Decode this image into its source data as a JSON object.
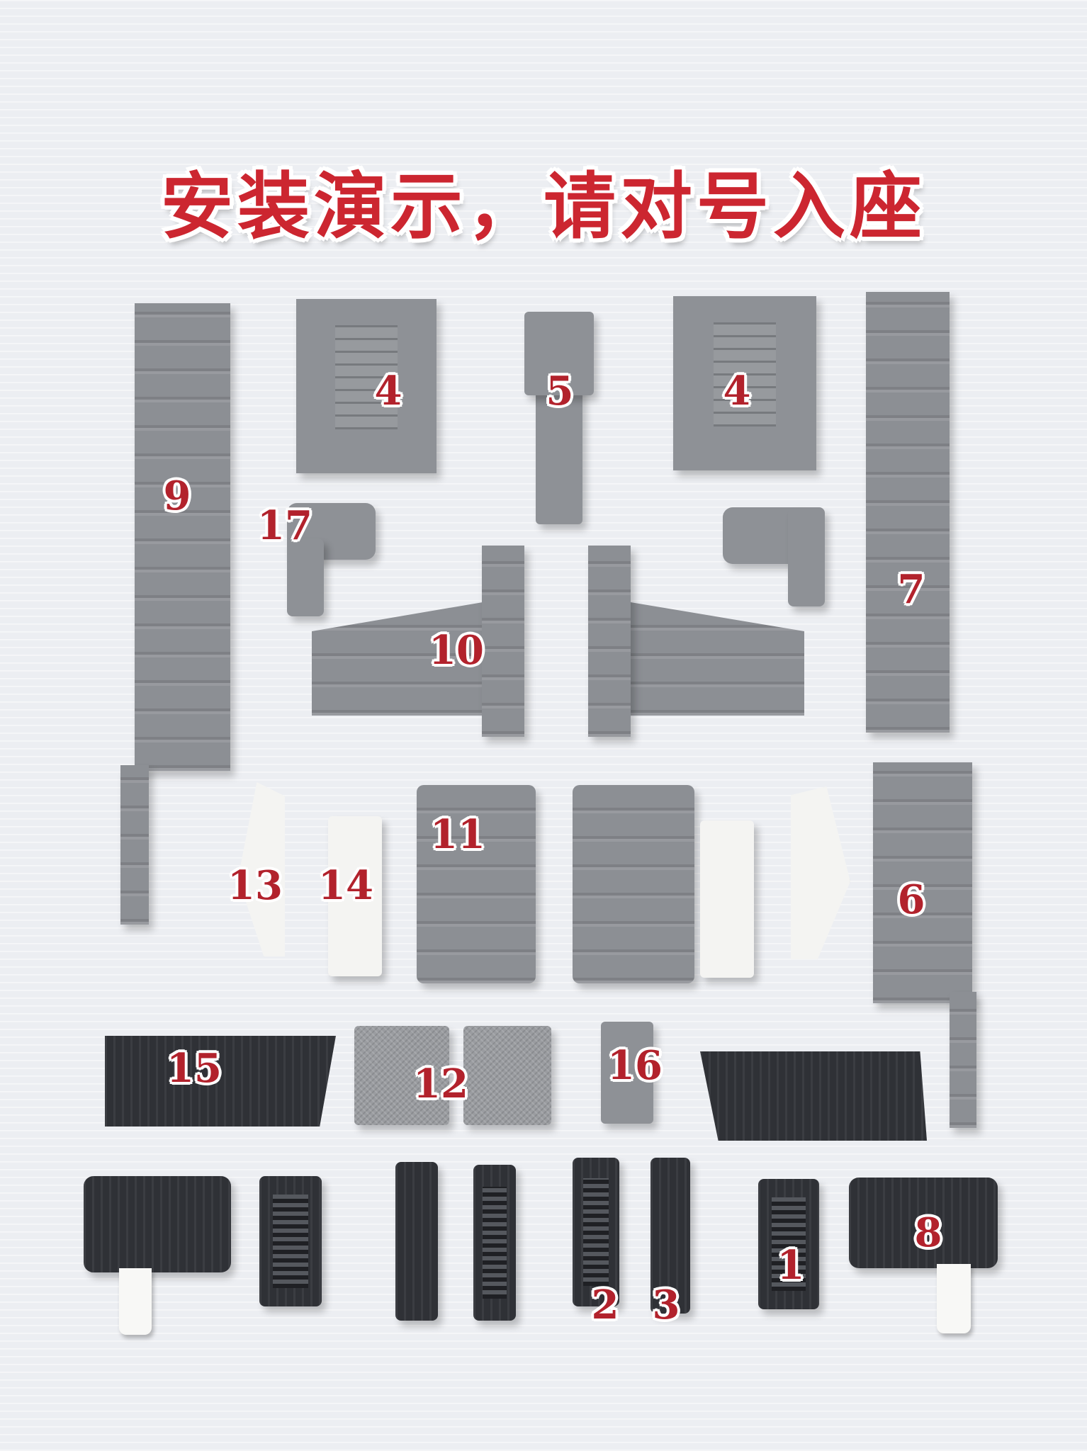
{
  "title": "安装演示，请对号入座",
  "labels": {
    "p4a": "4",
    "p4b": "4",
    "p5": "5",
    "p9": "9",
    "p17": "17",
    "p10": "10",
    "p7": "7",
    "p11": "11",
    "p13": "13",
    "p14": "14",
    "p6": "6",
    "p15": "15",
    "p12": "12",
    "p16": "16",
    "p8": "8",
    "p1": "1",
    "p2": "2",
    "p3": "3"
  },
  "colors": {
    "label": "#b2222c",
    "title": "#cc2630",
    "grey_part": "#8c8f94",
    "black_part": "#2f3136",
    "white_part": "#f4f4f2",
    "background": "#eceef2"
  }
}
